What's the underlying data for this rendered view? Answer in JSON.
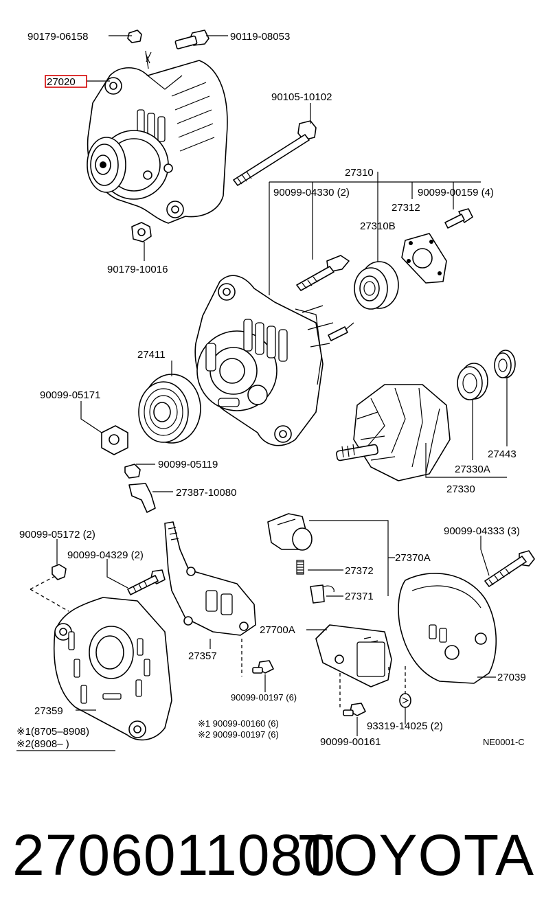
{
  "labels": {
    "p_90179_06158": "90179-06158",
    "p_90119_08053": "90119-08053",
    "p_27020": "27020",
    "p_90105_10102": "90105-10102",
    "p_27310": "27310",
    "p_90099_04330": "90099-04330 (2)",
    "p_90099_00159": "90099-00159 (4)",
    "p_27312": "27312",
    "p_27310B": "27310B",
    "p_90179_10016": "90179-10016",
    "p_27411": "27411",
    "p_90099_05171": "90099-05171",
    "p_90099_05119": "90099-05119",
    "p_27387_10080": "27387-10080",
    "p_27443": "27443",
    "p_27330A": "27330A",
    "p_27330": "27330",
    "p_90099_05172": "90099-05172 (2)",
    "p_90099_04329": "90099-04329 (2)",
    "p_27372": "27372",
    "p_27370A": "27370A",
    "p_27371": "27371",
    "p_90099_04333": "90099-04333 (3)",
    "p_27700A": "27700A",
    "p_27357": "27357",
    "p_27039": "27039",
    "p_90099_00197": "90099-00197 (6)",
    "p_27359": "27359",
    "p_93319_14025": "93319-14025 (2)",
    "p_90099_00161": "90099-00161",
    "note1_a": "※1 90099-00160 (6)",
    "note1_b": "※2 90099-00197 (6)",
    "legend_1": "※1(8705–8908)",
    "legend_2": "※2(8908–        )",
    "ref_code": "NE0001-C"
  },
  "highlight_color": "#d40000",
  "highlighted_part": "27020",
  "footer": {
    "part_number": "2706011080",
    "brand": "TOYOTA"
  }
}
